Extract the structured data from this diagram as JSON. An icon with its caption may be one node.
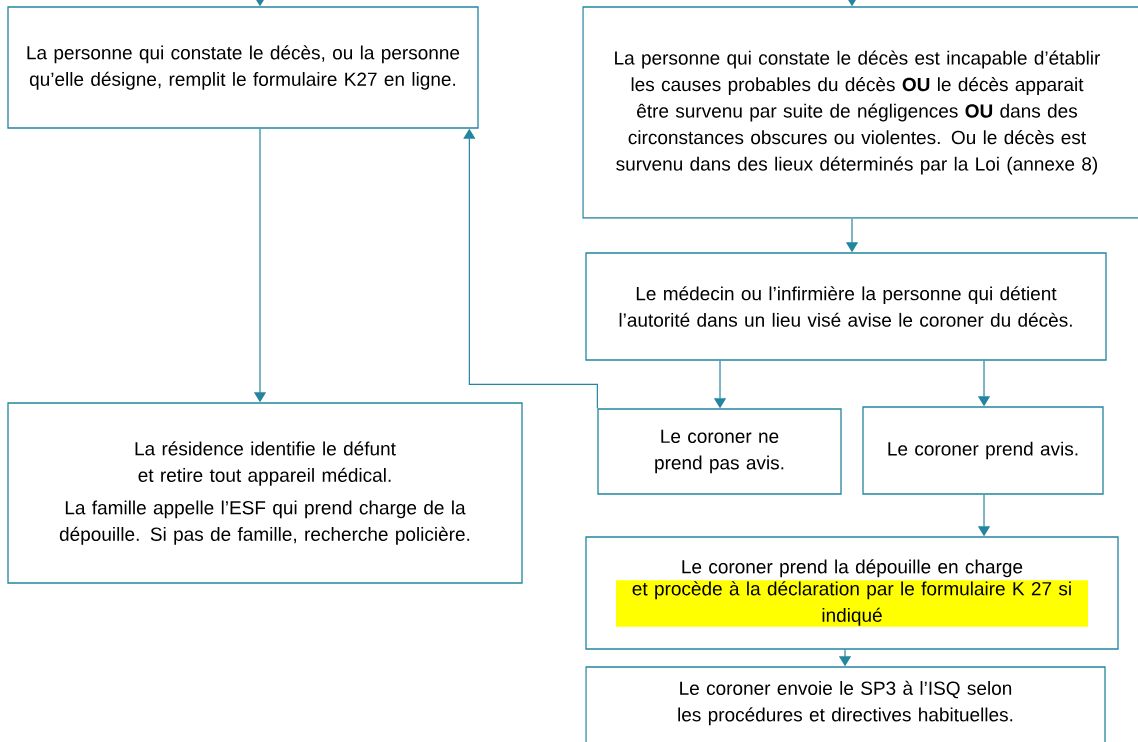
{
  "diagram": {
    "nodes": [
      {
        "text": [
          "La personne qui constate le décès, ou la personne qu’elle désigne, remplit le formulaire K27 en ligne."
        ]
      },
      {
        "text": [
          "La personne qui constate le décès est incapable d’établir les causes probables du décès **OU** le décès apparait être survenu par suite de négligences **OU** dans des circonstances obscures ou violentes. Ou le décès est survenu dans des lieux déterminés par la Loi (annexe 8)"
        ]
      },
      {
        "text": [
          "Le médecin ou l’infirmière la personne qui détient l’autorité dans un lieu visé avise le coroner du décès."
        ]
      },
      {
        "text": [
          "Le coroner ne prend pas avis."
        ]
      },
      {
        "text": [
          "Le coroner prend avis."
        ]
      },
      {
        "text": [
          "La résidence identifie le défunt et retire tout appareil médical.",
          "La famille appelle l’ESF qui prend charge de la dépouille. Si pas de famille, recherche policière."
        ]
      },
      {
        "text": [
          "Le coroner prend la dépouille en charge",
          "et procède à la déclaration par le formulaire K 27 si indiqué"
        ]
      },
      {
        "text": [
          "Le coroner envoie le SP3 à l’ISQ selon les procédures et directives habituelles."
        ]
      }
    ],
    "edges": [
      {
        "from": null,
        "to": 0,
        "arrow": "to"
      },
      {
        "from": null,
        "to": 1,
        "arrow": "to"
      },
      {
        "from": 0,
        "to": 5,
        "arrow": "to"
      },
      {
        "from": 1,
        "to": 2,
        "arrow": "to"
      },
      {
        "from": 2,
        "to": 3,
        "arrow": "to"
      },
      {
        "from": 2,
        "to": 4,
        "arrow": "to"
      },
      {
        "from": 3,
        "to": 0,
        "arrow": "to"
      },
      {
        "from": 4,
        "to": 6,
        "arrow": "to"
      },
      {
        "from": 6,
        "to": 7,
        "arrow": "to"
      }
    ]
  }
}
